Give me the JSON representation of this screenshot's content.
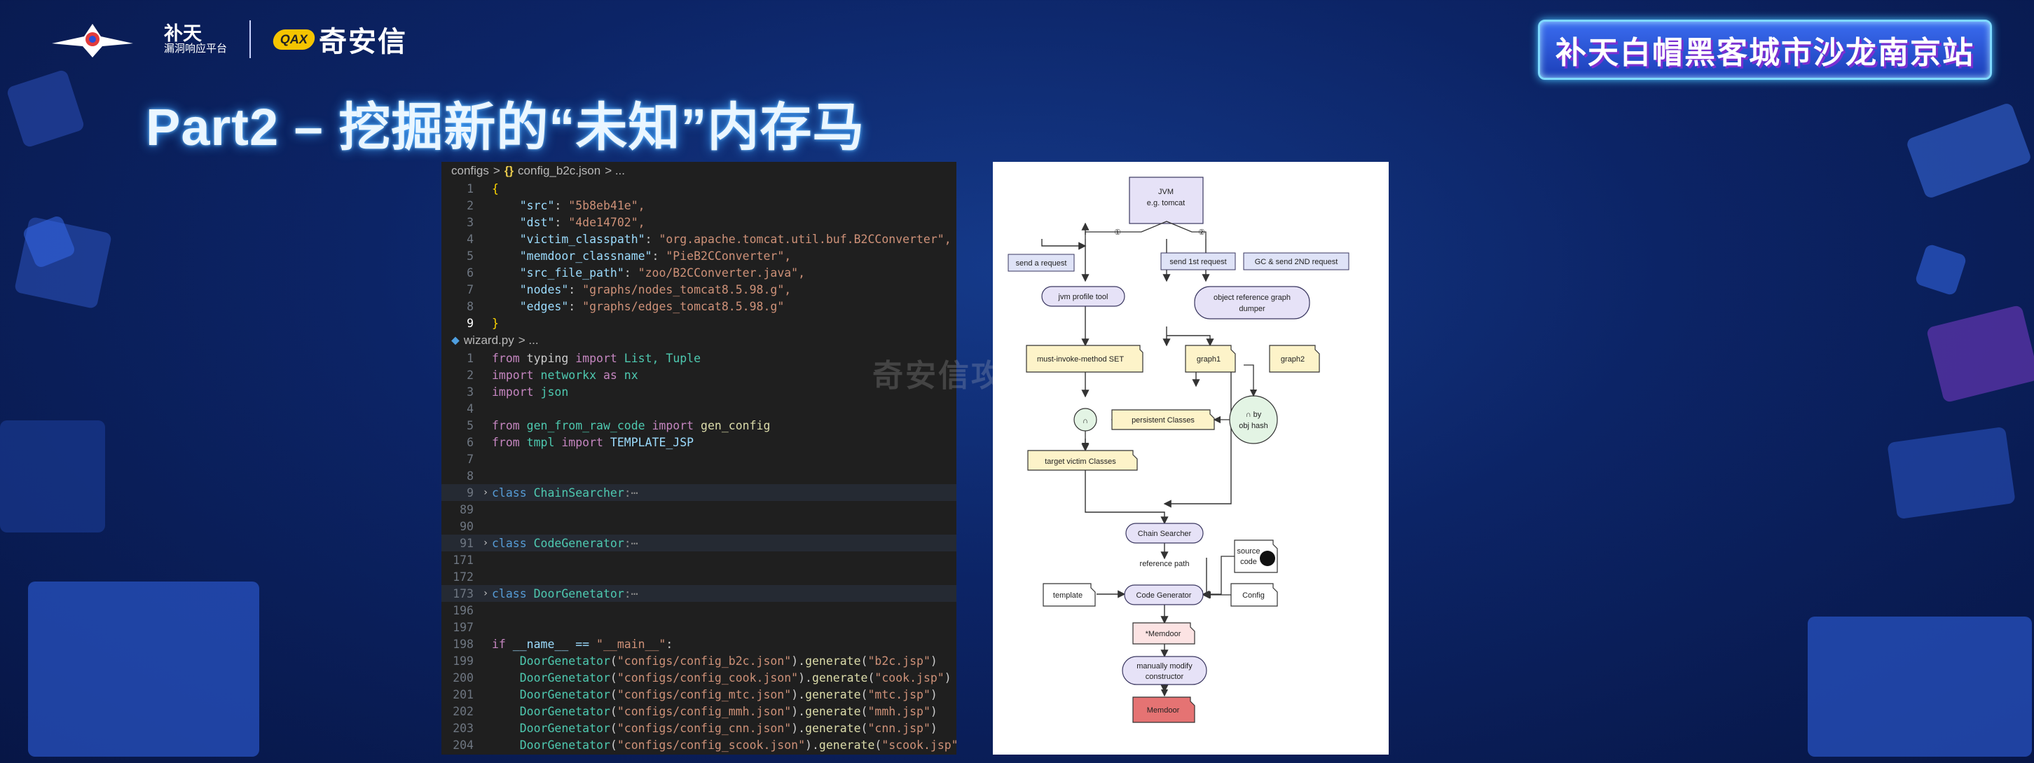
{
  "header": {
    "brand_name": "补天",
    "brand_subtitle": "漏洞响应平台",
    "partner_badge": "QAX",
    "partner_name": "奇安信",
    "event_title": "补天白帽黑客城市沙龙南京站",
    "page_title": "Part2 – 挖掘新的“未知”内存马"
  },
  "editor": {
    "json_breadcrumb": {
      "folder": "configs",
      "sep": ">",
      "icon": "{}",
      "file": "config_b2c.json",
      "tail": "> ..."
    },
    "json_lines": [
      {
        "n": "1",
        "text": "{"
      },
      {
        "n": "2",
        "key": "\"src\"",
        "val": "\"5b8eb41e\","
      },
      {
        "n": "3",
        "key": "\"dst\"",
        "val": "\"4de14702\","
      },
      {
        "n": "4",
        "key": "\"victim_classpath\"",
        "val": "\"org.apache.tomcat.util.buf.B2CConverter\","
      },
      {
        "n": "5",
        "key": "\"memdoor_classname\"",
        "val": "\"PieB2CConverter\","
      },
      {
        "n": "6",
        "key": "\"src_file_path\"",
        "val": "\"zoo/B2CConverter.java\","
      },
      {
        "n": "7",
        "key": "\"nodes\"",
        "val": "\"graphs/nodes_tomcat8.5.98.g\","
      },
      {
        "n": "8",
        "key": "\"edges\"",
        "val": "\"graphs/edges_tomcat8.5.98.g\""
      },
      {
        "n": "9",
        "text": "}"
      }
    ],
    "py_breadcrumb": {
      "file": "wizard.py",
      "tail": "> ..."
    },
    "py_lines": {
      "l1": {
        "n": "1",
        "a": "from",
        "b": " typing ",
        "c": "import",
        "d": " List, Tuple"
      },
      "l2": {
        "n": "2",
        "a": "import",
        "b": " networkx ",
        "c": "as",
        "d": " nx"
      },
      "l3": {
        "n": "3",
        "a": "import",
        "b": " json"
      },
      "l4": {
        "n": "4"
      },
      "l5": {
        "n": "5",
        "a": "from",
        "b": " gen_from_raw_code ",
        "c": "import",
        "d": " gen_config"
      },
      "l6": {
        "n": "6",
        "a": "from",
        "b": " tmpl ",
        "c": "import",
        "d": " TEMPLATE_JSP"
      },
      "l7": {
        "n": "7"
      },
      "l8": {
        "n": "8"
      },
      "l9": {
        "n": "9",
        "kw": "class",
        "name": "ChainSearcher",
        "rest": ":⋯"
      },
      "l89": {
        "n": "89"
      },
      "l90": {
        "n": "90"
      },
      "l91": {
        "n": "91",
        "kw": "class",
        "name": "CodeGenerator",
        "rest": ":⋯"
      },
      "l171": {
        "n": "171"
      },
      "l172": {
        "n": "172"
      },
      "l173": {
        "n": "173",
        "kw": "class",
        "name": "DoorGenetator",
        "rest": ":⋯"
      },
      "l196": {
        "n": "196"
      },
      "l197": {
        "n": "197"
      },
      "l198": {
        "n": "198",
        "a": "if",
        "b": " __name__ == ",
        "s": "\"__main__\"",
        "d": ":"
      },
      "calls": [
        {
          "n": "199",
          "cls": "DoorGenetator",
          "arg": "\"configs/config_b2c.json\"",
          "out": "\"b2c.jsp\""
        },
        {
          "n": "200",
          "cls": "DoorGenetator",
          "arg": "\"configs/config_cook.json\"",
          "out": "\"cook.jsp\""
        },
        {
          "n": "201",
          "cls": "DoorGenetator",
          "arg": "\"configs/config_mtc.json\"",
          "out": "\"mtc.jsp\""
        },
        {
          "n": "202",
          "cls": "DoorGenetator",
          "arg": "\"configs/config_mmh.json\"",
          "out": "\"mmh.jsp\""
        },
        {
          "n": "203",
          "cls": "DoorGenetator",
          "arg": "\"configs/config_cnn.json\"",
          "out": "\"cnn.jsp\""
        },
        {
          "n": "204",
          "cls": "DoorGenetator",
          "arg": "\"configs/config_scook.json\"",
          "out": "\"scook.jsp\""
        }
      ],
      "method": "generate"
    }
  },
  "diagram": {
    "jvm": "JVM",
    "jvm_sub": "e.g. tomcat",
    "branch1": "①",
    "branch2": "②",
    "send_request": "send a request",
    "send_1st": "send 1st request",
    "gc_send_2nd": "GC & send 2ND request",
    "jvm_profile_tool": "jvm profile tool",
    "obj_ref_dumper_1": "object reference graph",
    "obj_ref_dumper_2": "dumper",
    "must_invoke": "must-invoke-method SET",
    "graph1": "graph1",
    "graph2": "graph2",
    "intersect": "∩",
    "persistent_classes": "persistent Classes",
    "by_obj_hash_1": "∩ by",
    "by_obj_hash_2": "obj hash",
    "target_victim": "target victim Classes",
    "chain_searcher": "Chain Searcher",
    "reference_path": "reference path",
    "source_code_1": "source",
    "source_code_2": "code",
    "template": "template",
    "code_generator": "Code Generator",
    "config": "Config",
    "memdoor_star": "*Memdoor",
    "manually_modify_1": "manually modify",
    "manually_modify_2": "constructor",
    "memdoor": "Memdoor"
  },
  "watermark": "奇安信攻防社区",
  "colors": {
    "lavender": "#e6e2f7",
    "lavender_border": "#3a3760",
    "note": "#fdf3c9",
    "green": "#e3f4e4",
    "pink": "#fce3e3",
    "red": "#e57373",
    "editor_bg": "#1f1f1f"
  }
}
